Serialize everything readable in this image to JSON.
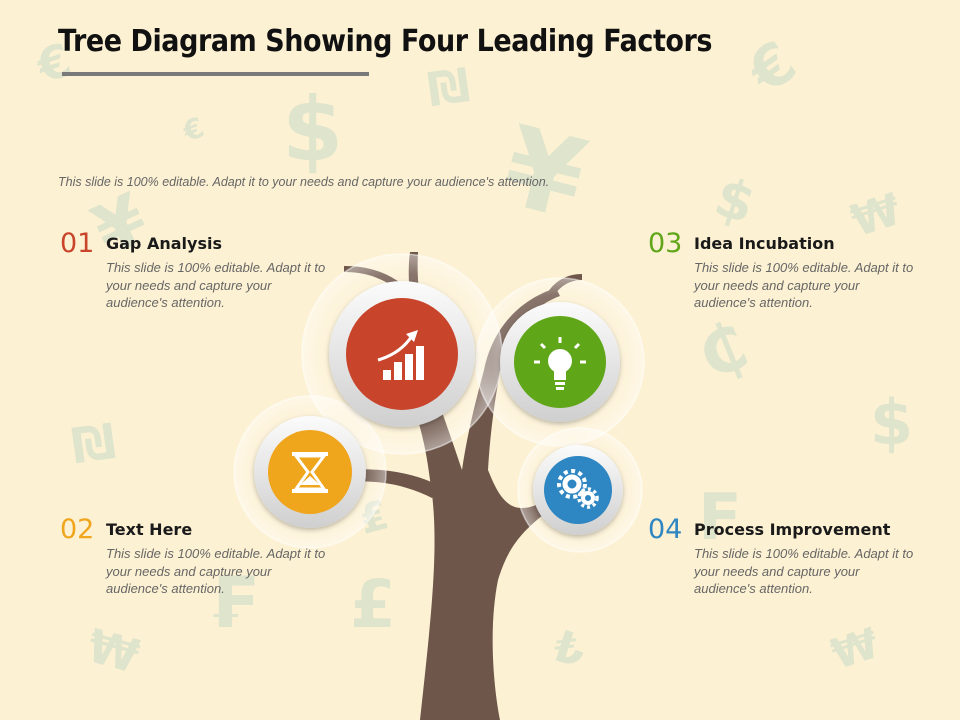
{
  "slide": {
    "title": "Tree Diagram Showing Four Leading Factors",
    "intro": "This slide is 100% editable. Adapt it to your needs and capture your audience's attention."
  },
  "factors": [
    {
      "number": "01",
      "name": "Gap Analysis",
      "description": "This slide is 100% editable. Adapt it to your needs and capture your audience's attention.",
      "color": "#c8442a",
      "icon": "bar-chart-growth-icon"
    },
    {
      "number": "02",
      "name": "Text Here",
      "description": "This slide is 100% editable. Adapt it to your needs and capture your audience's attention.",
      "color": "#efa51c",
      "icon": "hourglass-icon"
    },
    {
      "number": "03",
      "name": "Idea Incubation",
      "description": "This slide is 100% editable. Adapt it to your needs and capture your audience's attention.",
      "color": "#5fa618",
      "icon": "light-bulb-icon"
    },
    {
      "number": "04",
      "name": "Process Improvement",
      "description": "This slide is 100% editable. Adapt it to your needs and capture your audience's attention.",
      "color": "#2e86c2",
      "icon": "gears-icon"
    }
  ],
  "colors": {
    "background": "#fdf1d3",
    "tree_trunk": "#6e564a",
    "currency_symbols": "#dfe4cc"
  },
  "background_symbols": [
    "€",
    "₪",
    "€",
    "$",
    "¥",
    "€",
    "$",
    "₩",
    "₵",
    "₪",
    "$",
    "₩",
    "₤",
    "£",
    "₣",
    "¥",
    "₣",
    "₺",
    "₩"
  ]
}
